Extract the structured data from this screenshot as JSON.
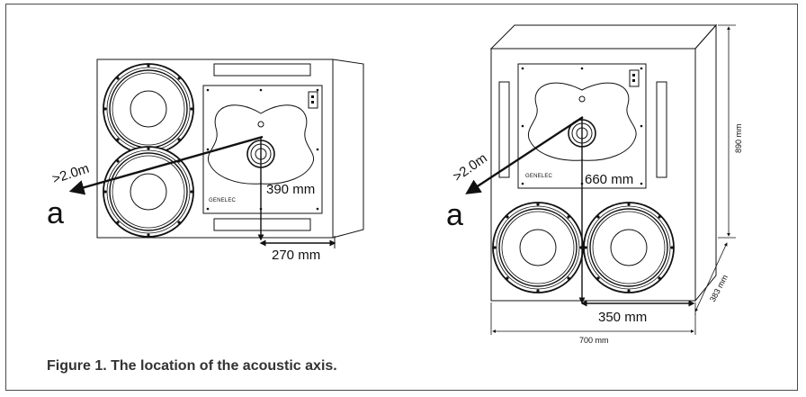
{
  "left_speaker": {
    "distance_label": ">2.0m",
    "axis_symbol": "a",
    "brand": "GENELEC",
    "vertical_dim_label": "390 mm",
    "horizontal_dim_label": "270 mm"
  },
  "right_speaker": {
    "distance_label": ">2.0m",
    "axis_symbol": "a",
    "brand": "GENELEC",
    "vertical_dim_label": "660 mm",
    "horizontal_dim_label": "350 mm",
    "height_label": "890 mm",
    "depth_label": "383 mm",
    "width_label": "700 mm"
  },
  "caption": "Figure 1. The location of the acoustic axis."
}
